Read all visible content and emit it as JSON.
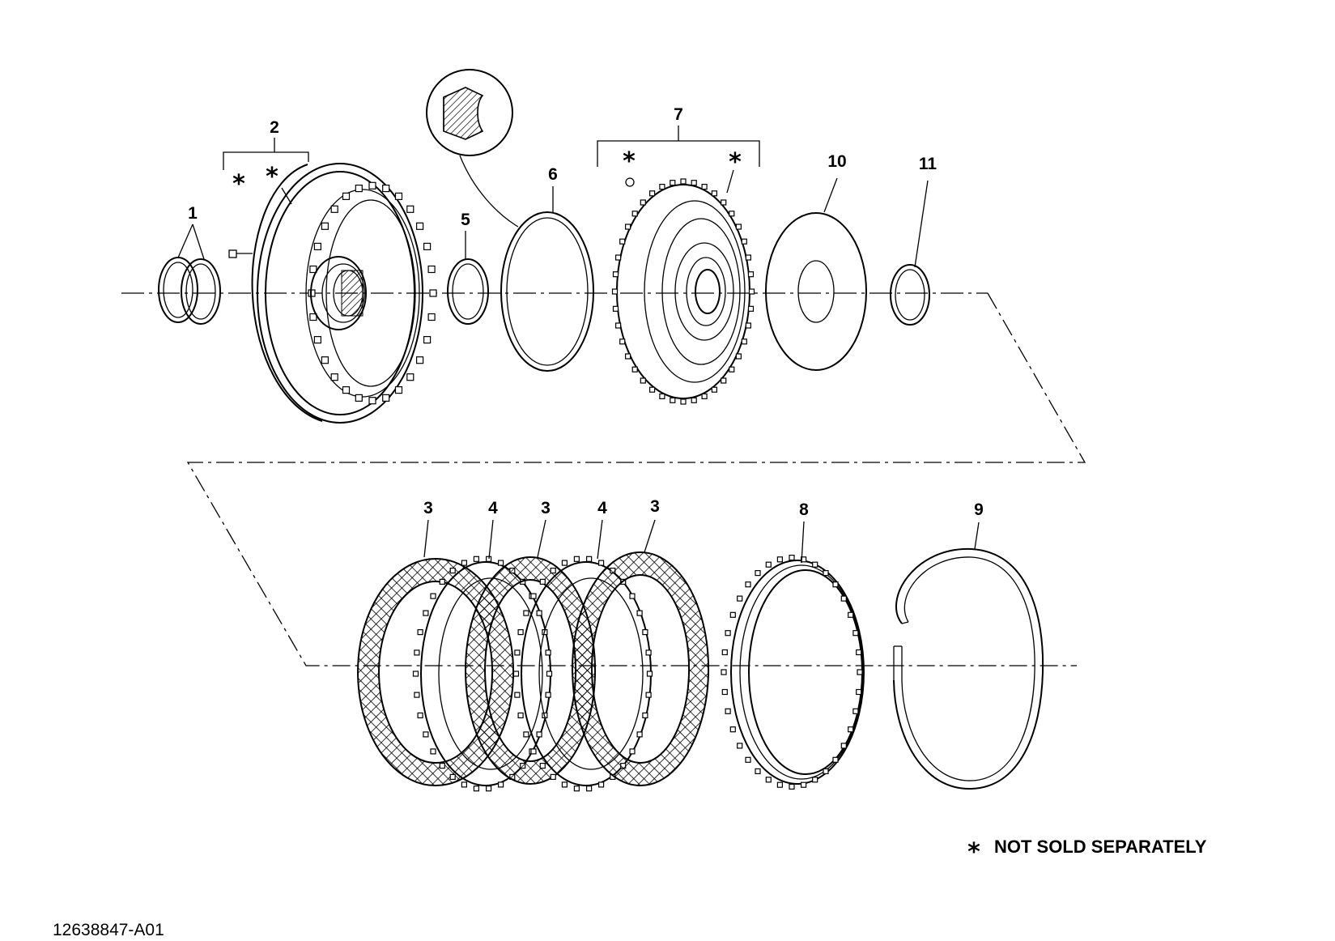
{
  "diagram": {
    "callouts": {
      "c1": "1",
      "c2": "2",
      "c3a": "3",
      "c4a": "4",
      "c3b": "3",
      "c4b": "4",
      "c3c": "3",
      "c5": "5",
      "c6": "6",
      "c7": "7",
      "c8": "8",
      "c9": "9",
      "c10": "10",
      "c11": "11"
    },
    "stars": {
      "s2a": "*",
      "s2b": "*",
      "s7a": "*",
      "s7b": "*"
    },
    "note": {
      "star": "*",
      "text": "NOT SOLD SEPARATELY"
    },
    "doc_id": "12638847-A01"
  }
}
